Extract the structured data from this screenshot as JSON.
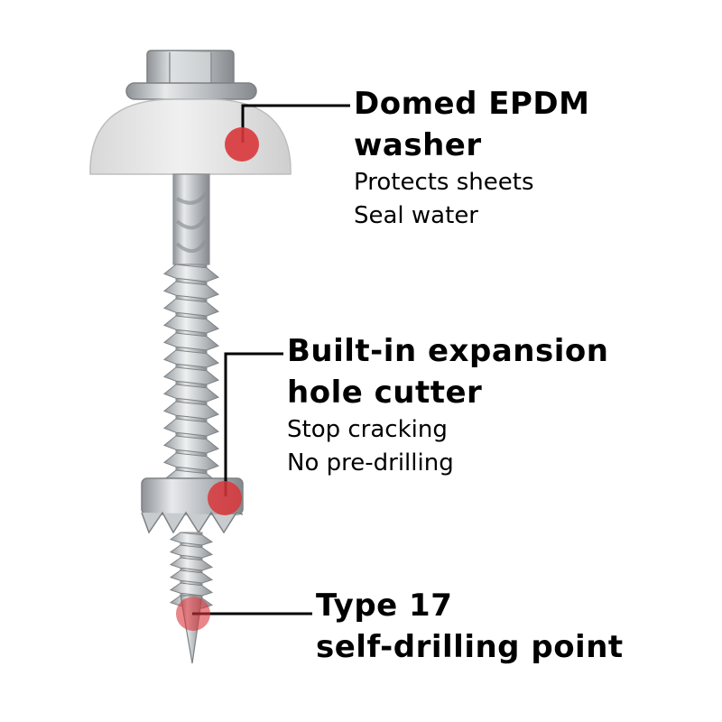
{
  "callouts": {
    "washer": {
      "title_line1": "Domed EPDM",
      "title_line2": "washer",
      "sub_line1": "Protects sheets",
      "sub_line2": "Seal water"
    },
    "cutter": {
      "title_line1": "Built-in expansion",
      "title_line2": "hole cutter",
      "sub_line1": "Stop cracking",
      "sub_line2": "No pre-drilling"
    },
    "point": {
      "title_line1": "Type 17",
      "title_line2": "self-drilling point"
    }
  },
  "colors": {
    "marker": "#d9363a",
    "steel": "#b9bcbf",
    "washer": "#e8e8e8"
  }
}
